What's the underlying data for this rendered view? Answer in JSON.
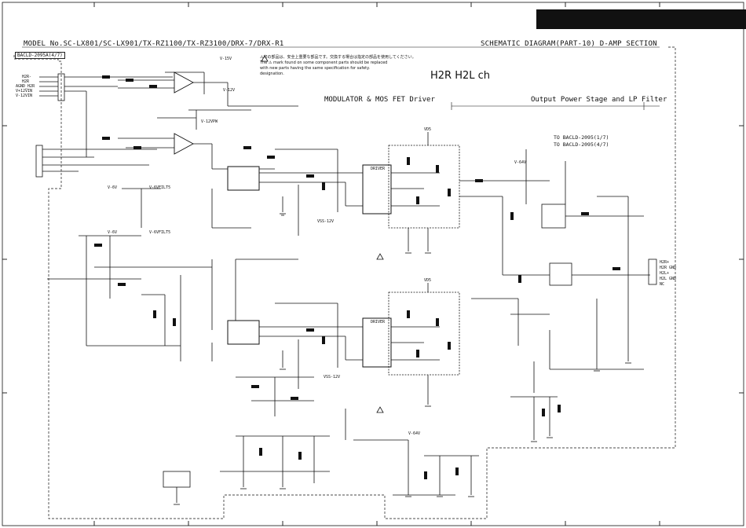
{
  "header": {
    "model": "MODEL No.SC-LX801/SC-LX901/TX-RZ1100/TX-RZ3100/DRX-7/DRX-R1",
    "sheet": "SCHEMATIC DIAGRAM(PART-10) D-AMP SECTION",
    "board_ref": "BACLD-2095A(4/7)"
  },
  "notice": {
    "line1": "⚠印の部品は、安全上重要な部品です。交換する場合は指定の部品を使用してください。",
    "line2": "The ⚠ mark found on some component parts should be replaced",
    "line3": "with new parts having the same specification for safety.",
    "line4": "designation."
  },
  "titles": {
    "channel": "H2R H2L ch",
    "modulator": "MODULATOR & MOS FET Driver",
    "output": "Output Power Stage and LP Filter",
    "to_ref_1": "TO BACLD-2095(1/7)",
    "to_ref_2": "TO BACLD-2095(4/7)"
  },
  "labels": {
    "v_15v": "V-15V",
    "v_12v": "V-12V",
    "v_12vpw": "V-12VPW",
    "vss_12v": "VSS-12V",
    "vd": "VD5",
    "v_64v": "V-64V",
    "v_6v": "V-6V",
    "v_6vfilt": "V-6VFILT5",
    "driver": "DRIVER",
    "out_conn_1": "H2R+",
    "out_conn_2": "H2R GND",
    "out_conn_3": "H2L+",
    "out_conn_4": "H2L GND",
    "out_conn_5": "NC",
    "in_1": "H2R-",
    "in_2": "H2R",
    "in_3": "AGND_H2R",
    "in_4": "V+12VIN",
    "in_5": "V-12VIN"
  }
}
